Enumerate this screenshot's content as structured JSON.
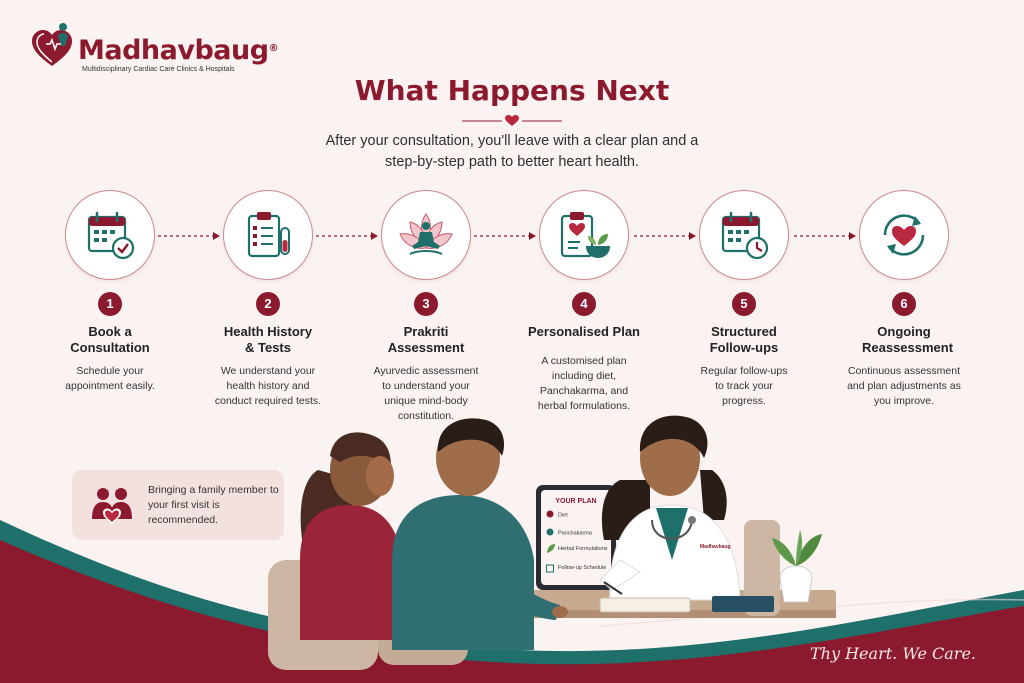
{
  "brand": {
    "name": "Madhavbaug",
    "registered": "®",
    "tagline": "Multidisciplinary Cardiac Care Clinics & Hospitals"
  },
  "header": {
    "title": "What Happens Next",
    "subtitle": "After your consultation, you'll leave with a clear plan and a step-by-step path to better heart health."
  },
  "steps": [
    {
      "number": "1",
      "title": "Book a Consultation",
      "description": "Schedule your appointment easily.",
      "icon": "calendar-check-icon"
    },
    {
      "number": "2",
      "title": "Health History & Tests",
      "description": "We understand your health history and conduct required tests.",
      "icon": "clipboard-test-tube-icon"
    },
    {
      "number": "3",
      "title": "Prakriti Assessment",
      "description": "Ayurvedic assessment to understand your unique mind-body constitution.",
      "icon": "lotus-meditation-icon"
    },
    {
      "number": "4",
      "title": "Personalised Plan",
      "description": "A customised plan including diet, Panchakarma, and herbal formulations.",
      "icon": "plan-herbal-bowl-icon"
    },
    {
      "number": "5",
      "title": "Structured Follow-ups",
      "description": "Regular follow-ups to track your progress.",
      "icon": "calendar-clock-icon"
    },
    {
      "number": "6",
      "title": "Ongoing Reassessment",
      "description": "Continuous assessment and plan adjustments as you improve.",
      "icon": "heart-cycle-icon"
    }
  ],
  "tip": {
    "text": "Bringing a family member to your first visit is recommended.",
    "icon": "family-heart-icon"
  },
  "tablet": {
    "heading": "YOUR PLAN",
    "items": [
      "Diet",
      "Panchakarma",
      "Herbal Formulations",
      "Follow-up Schedule"
    ]
  },
  "coat_logo": "Madhavbaug",
  "footer": {
    "slogan": "Thy Heart. We Care."
  },
  "colors": {
    "primary": "#8c1a2e",
    "teal": "#1f6f6b",
    "background": "#fbf3f2"
  }
}
